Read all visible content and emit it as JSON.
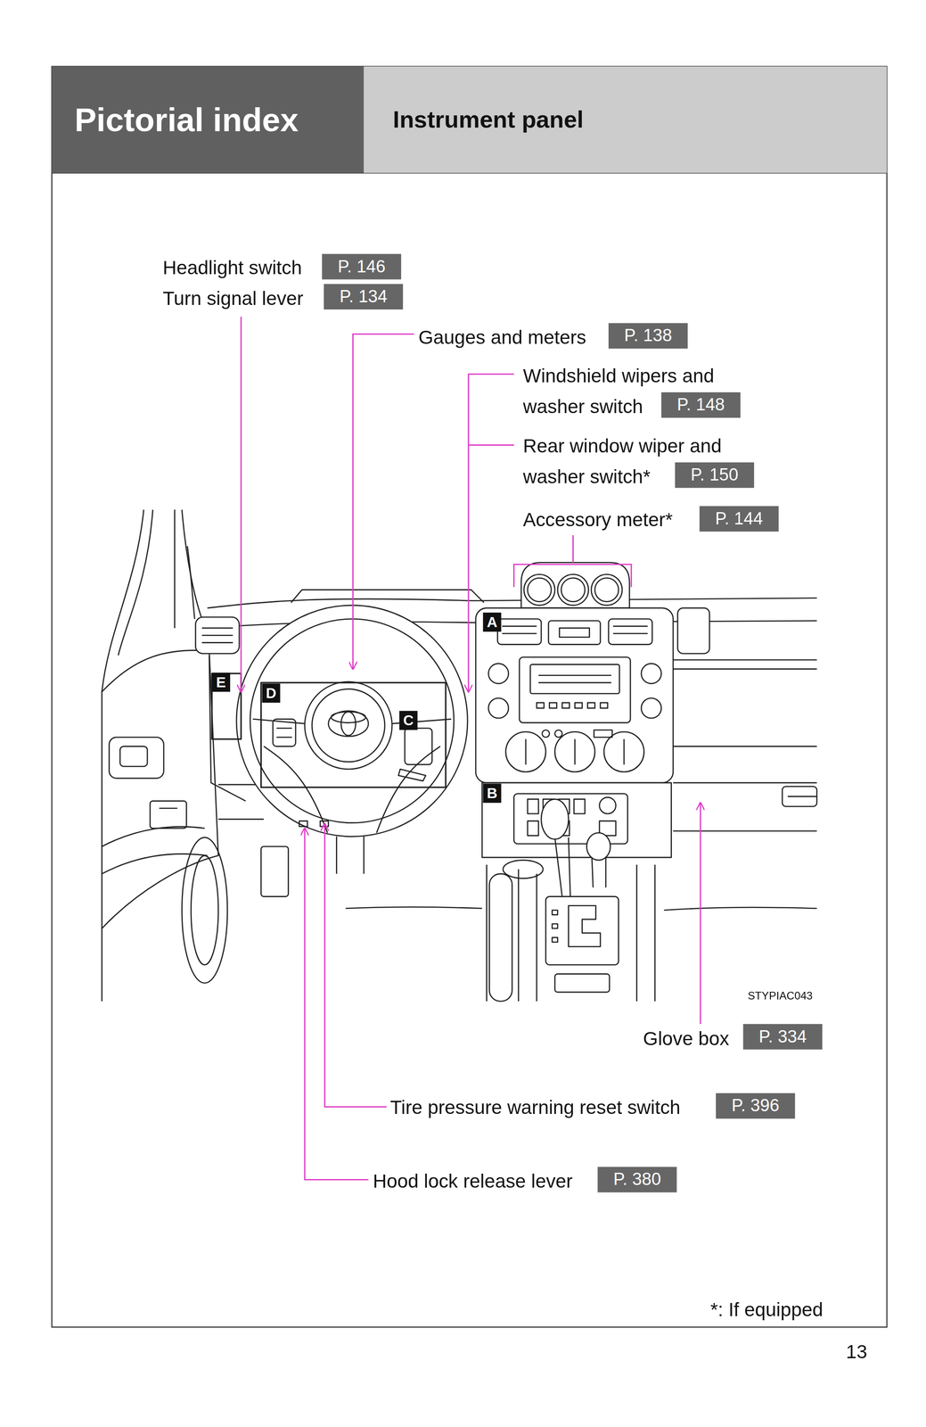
{
  "diagram": {
    "nodes": [
      {
        "text": [
          "Pictorial index"
        ]
      },
      {
        "text": [
          "Instrument panel"
        ]
      },
      {
        "text": [
          "P. 146"
        ]
      },
      {
        "text": [
          "P. 134"
        ]
      },
      {
        "text": [
          "P. 138"
        ]
      },
      {
        "text": [
          "P. 148"
        ]
      },
      {
        "text": [
          "P. 150"
        ]
      },
      {
        "text": [
          "P. 144"
        ]
      },
      {
        "text": [
          "A"
        ]
      },
      {
        "text": [
          "E"
        ]
      },
      {
        "text": [
          "D"
        ]
      },
      {
        "text": [
          "C"
        ]
      },
      {
        "text": [
          "B"
        ]
      },
      {
        "text": [
          "P. 334"
        ]
      },
      {
        "text": [
          "P. 396"
        ]
      },
      {
        "text": [
          "P. 380"
        ]
      }
    ],
    "labels": [
      "Headlight switch",
      "Turn signal lever",
      "Gauges and meters",
      "Windshield wipers and washer switch",
      "Rear window wiper and washer switch*",
      "Accessory meter*",
      "STYPIAC043",
      "Glove box",
      "Tire pressure warning reset switch",
      "Hood lock release lever",
      "*: If equipped",
      "13"
    ]
  }
}
